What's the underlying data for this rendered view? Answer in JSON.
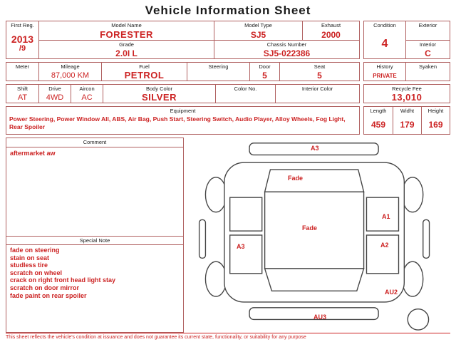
{
  "title": "Vehicle Information Sheet",
  "colors": {
    "border": "#b06060",
    "value_red": "#cc2222",
    "text_black": "#1a1a1a"
  },
  "info": {
    "first_reg": {
      "label": "First Reg.",
      "year": "2013",
      "month": "/9"
    },
    "model_name": {
      "label": "Model Name",
      "value": "FORESTER"
    },
    "model_type": {
      "label": "Model Type",
      "value": "SJ5"
    },
    "exhaust": {
      "label": "Exhaust",
      "value": "2000"
    },
    "grade": {
      "label": "Grade",
      "value": "2.0I L"
    },
    "chassis_number": {
      "label": "Chassis Number",
      "value": "SJ5-022386"
    },
    "condition": {
      "label": "Condition",
      "value": "4"
    },
    "exterior": {
      "label": "Exterior",
      "value": ""
    },
    "interior": {
      "label": "Interior",
      "value": "C"
    },
    "meter": {
      "label": "Meter",
      "value": ""
    },
    "mileage": {
      "label": "Mileage",
      "value": "87,000 KM"
    },
    "fuel": {
      "label": "Fuel",
      "value": "PETROL"
    },
    "steering": {
      "label": "Steering",
      "value": ""
    },
    "door": {
      "label": "Door",
      "value": "5"
    },
    "seat": {
      "label": "Seat",
      "value": "5"
    },
    "history": {
      "label": "History",
      "value": "PRIVATE"
    },
    "syaken": {
      "label": "Syaken",
      "value": ""
    },
    "shift": {
      "label": "Shift",
      "value": "AT"
    },
    "drive": {
      "label": "Drive",
      "value": "4WD"
    },
    "aircon": {
      "label": "Aircon",
      "value": "AC"
    },
    "body_color": {
      "label": "Body Color",
      "value": "SILVER"
    },
    "color_no": {
      "label": "Color No.",
      "value": ""
    },
    "interior_color": {
      "label": "Interior Color",
      "value": ""
    },
    "recycle_fee": {
      "label": "Recycle Fee",
      "value": "13,010"
    },
    "equipment": {
      "label": "Equipment",
      "value": "Power Steering, Power Window All, ABS, Air Bag, Push Start, Steering Switch, Audio Player, Alloy Wheels, Fog Light, Rear Spoiler"
    },
    "length": {
      "label": "Length",
      "value": "459"
    },
    "width": {
      "label": "Widht",
      "value": "179"
    },
    "height": {
      "label": "Height",
      "value": "169"
    }
  },
  "comment": {
    "label": "Comment",
    "value": "aftermarket aw"
  },
  "special_note": {
    "label": "Special Note",
    "items": [
      "fade on steering",
      "stain on seat",
      "studless tire",
      "scratch on wheel",
      "crack on right front head light stay",
      "scratch on door mirror",
      "fade paint on rear spoiler"
    ]
  },
  "diagram": {
    "marks": [
      {
        "text": "A3"
      },
      {
        "text": "Fade"
      },
      {
        "text": "Fade"
      },
      {
        "text": "A3"
      },
      {
        "text": "A1"
      },
      {
        "text": "A2"
      },
      {
        "text": "AU2"
      },
      {
        "text": "AU3"
      }
    ]
  },
  "footer": "This sheet reflects the vehicle's condition at issuance and does not guarantee its current state, functionality, or suitability for any purpose"
}
